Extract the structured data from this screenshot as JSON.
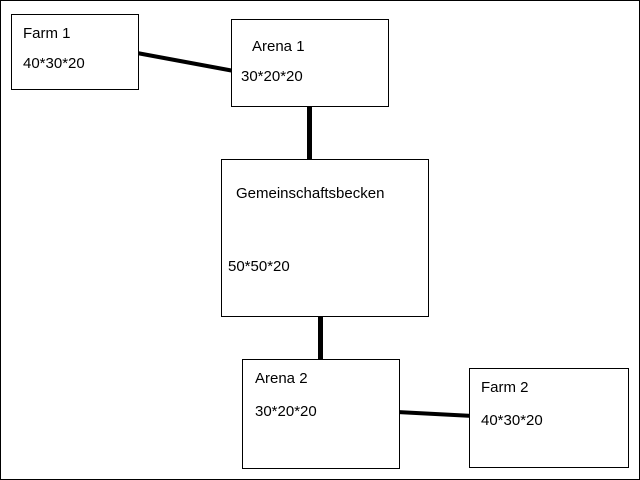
{
  "diagram": {
    "type": "flow-diagram",
    "background_color": "#ffffff",
    "line_color": "#000000",
    "nodes": [
      {
        "id": "farm1",
        "title": "Farm 1",
        "dimensions": "40*30*20"
      },
      {
        "id": "arena1",
        "title": "Arena 1",
        "dimensions": "30*20*20"
      },
      {
        "id": "gemeinschaftsbecken",
        "title": "Gemeinschaftsbecken",
        "dimensions": "50*50*20"
      },
      {
        "id": "arena2",
        "title": "Arena 2",
        "dimensions": "30*20*20"
      },
      {
        "id": "farm2",
        "title": "Farm 2",
        "dimensions": "40*30*20"
      }
    ],
    "edges": [
      {
        "id": "farm1-arena1",
        "from": "farm1",
        "to": "arena1"
      },
      {
        "id": "arena1-gemeinschaftsbecken",
        "from": "arena1",
        "to": "gemeinschaftsbecken"
      },
      {
        "id": "gemeinschaftsbecken-arena2",
        "from": "gemeinschaftsbecken",
        "to": "arena2"
      },
      {
        "id": "arena2-farm2",
        "from": "arena2",
        "to": "farm2"
      }
    ]
  }
}
